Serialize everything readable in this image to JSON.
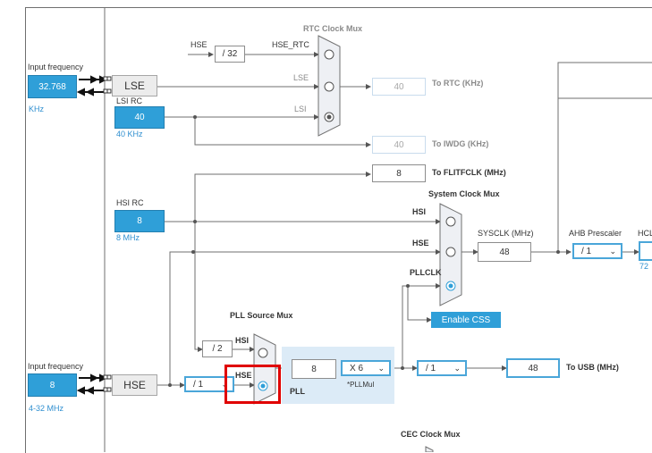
{
  "input_frequency_lse": {
    "label": "Input frequency",
    "value": "32.768",
    "unit": "KHz"
  },
  "input_frequency_hse": {
    "label": "Input frequency",
    "value": "8",
    "unit": "4-32 MHz"
  },
  "lse": {
    "label": "LSE"
  },
  "hse": {
    "label": "HSE"
  },
  "lsi_rc": {
    "label": "LSI RC",
    "value": "40",
    "unit": "40 KHz"
  },
  "hsi_rc": {
    "label": "HSI RC",
    "value": "8",
    "unit": "8 MHz"
  },
  "rtc_mux": {
    "title": "RTC Clock Mux",
    "hse_in": "HSE",
    "divider": "/ 32",
    "hse_rtc": "HSE_RTC",
    "lse_in": "LSE",
    "lsi_in": "LSI",
    "to_rtc_value": "40",
    "to_rtc_label": "To RTC (KHz)",
    "to_iwdg_value": "40",
    "to_iwdg_label": "To IWDG (KHz)"
  },
  "flitfclk": {
    "value": "8",
    "label": "To FLITFCLK (MHz)"
  },
  "system_mux": {
    "title": "System Clock Mux",
    "hsi": "HSI",
    "hse": "HSE",
    "pllclk": "PLLCLK",
    "sysclk_label": "SYSCLK (MHz)",
    "sysclk_value": "48",
    "enable_css": "Enable CSS"
  },
  "ahb": {
    "label": "AHB Prescaler",
    "value": "/ 1",
    "hcl_label": "HCL",
    "hcl_value": "72"
  },
  "pll_source_mux": {
    "title": "PLL Source Mux",
    "hsi_div": "/ 2",
    "hsi": "HSI",
    "hse": "HSE",
    "hse_prediv": "/ 1"
  },
  "pll": {
    "label": "PLL",
    "input_value": "8",
    "mul_value": "X 6",
    "mul_label": "*PLLMul"
  },
  "usb": {
    "prescaler": "/ 1",
    "value": "48",
    "label": "To USB (MHz)"
  },
  "cec_mux": {
    "title": "CEC Clock Mux"
  },
  "colors": {
    "accent": "#2f9fd8",
    "highlight": "#e00000",
    "pll_panel": "#dcebf7"
  }
}
